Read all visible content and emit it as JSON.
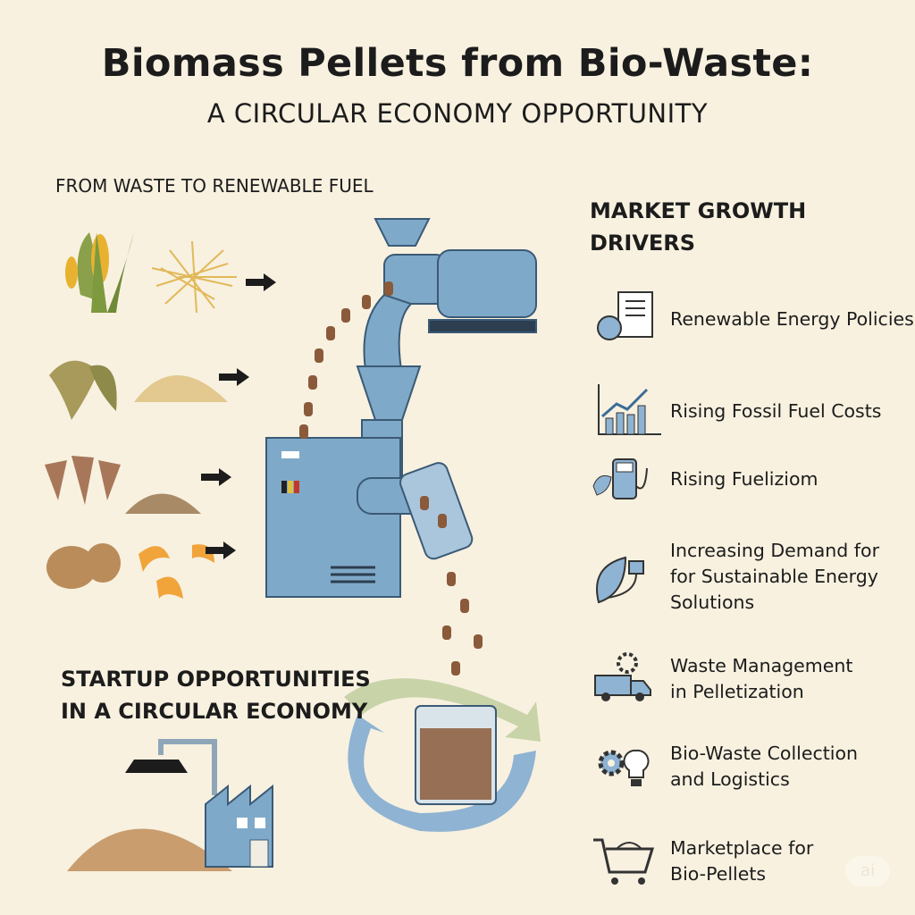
{
  "header": {
    "title": "Biomass Pellets from Bio-Waste:",
    "subtitle": "A CIRCULAR ECONOMY OPPORTUNITY"
  },
  "process": {
    "heading": "FROM WASTE TO RENEWABLE FUEL"
  },
  "drivers": {
    "heading_line1": "MARKET GROWTH",
    "heading_line2": "DRIVERS",
    "items": [
      {
        "icon": "policy-document-icon",
        "lines": [
          "Renewable Energy Policies"
        ]
      },
      {
        "icon": "rising-chart-icon",
        "lines": [
          "Rising Fossil Fuel Costs"
        ]
      },
      {
        "icon": "fuel-pump-leaf-icon",
        "lines": [
          "Rising Fueliziom"
        ]
      },
      {
        "icon": "leaf-plug-icon",
        "lines": [
          "Increasing Demand for",
          "for Sustainable Energy",
          "Solutions"
        ]
      },
      {
        "icon": "truck-gear-icon",
        "lines": [
          "Waste Management",
          "in Pelletization"
        ]
      },
      {
        "icon": "gear-bulb-icon",
        "lines": [
          "Bio-Waste Collection",
          "and Logistics"
        ]
      },
      {
        "icon": "shopping-cart-icon",
        "lines": [
          "Marketplace for",
          "Bio-Pellets"
        ]
      }
    ]
  },
  "startup": {
    "heading_line1": "STARTUP OPPORTUNITIES",
    "heading_line2": "IN A CIRCULAR ECONOMY"
  },
  "watermark": "ai",
  "colors": {
    "background": "#f8f1e0",
    "machine_blue": "#7fa9c9",
    "pellet_brown": "#8a5a3a",
    "cycle_green": "#c9d3a8",
    "cycle_blue": "#8fb3d2"
  }
}
